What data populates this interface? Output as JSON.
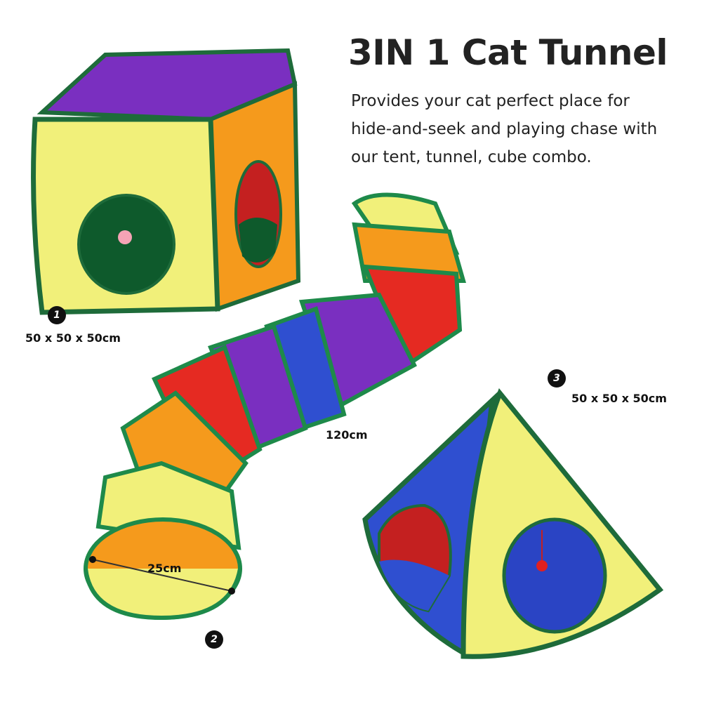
{
  "header": {
    "title": "3IN 1 Cat Tunnel",
    "description": "Provides your cat perfect place for hide-and-seek and playing chase with our tent, tunnel, cube combo."
  },
  "products": [
    {
      "number": "1",
      "name": "cube",
      "dimensions": "50 x 50 x 50cm"
    },
    {
      "number": "2",
      "name": "tunnel",
      "length": "120cm",
      "diameter": "25cm"
    },
    {
      "number": "3",
      "name": "tent",
      "dimensions": "50 x 50 x 50cm"
    }
  ],
  "colors": {
    "trim": "#1e6b3a",
    "purple": "#7a2fc0",
    "yellow": "#f1f07a",
    "orange": "#f59a1c",
    "red": "#e52a22",
    "blue": "#2f4fd0"
  }
}
